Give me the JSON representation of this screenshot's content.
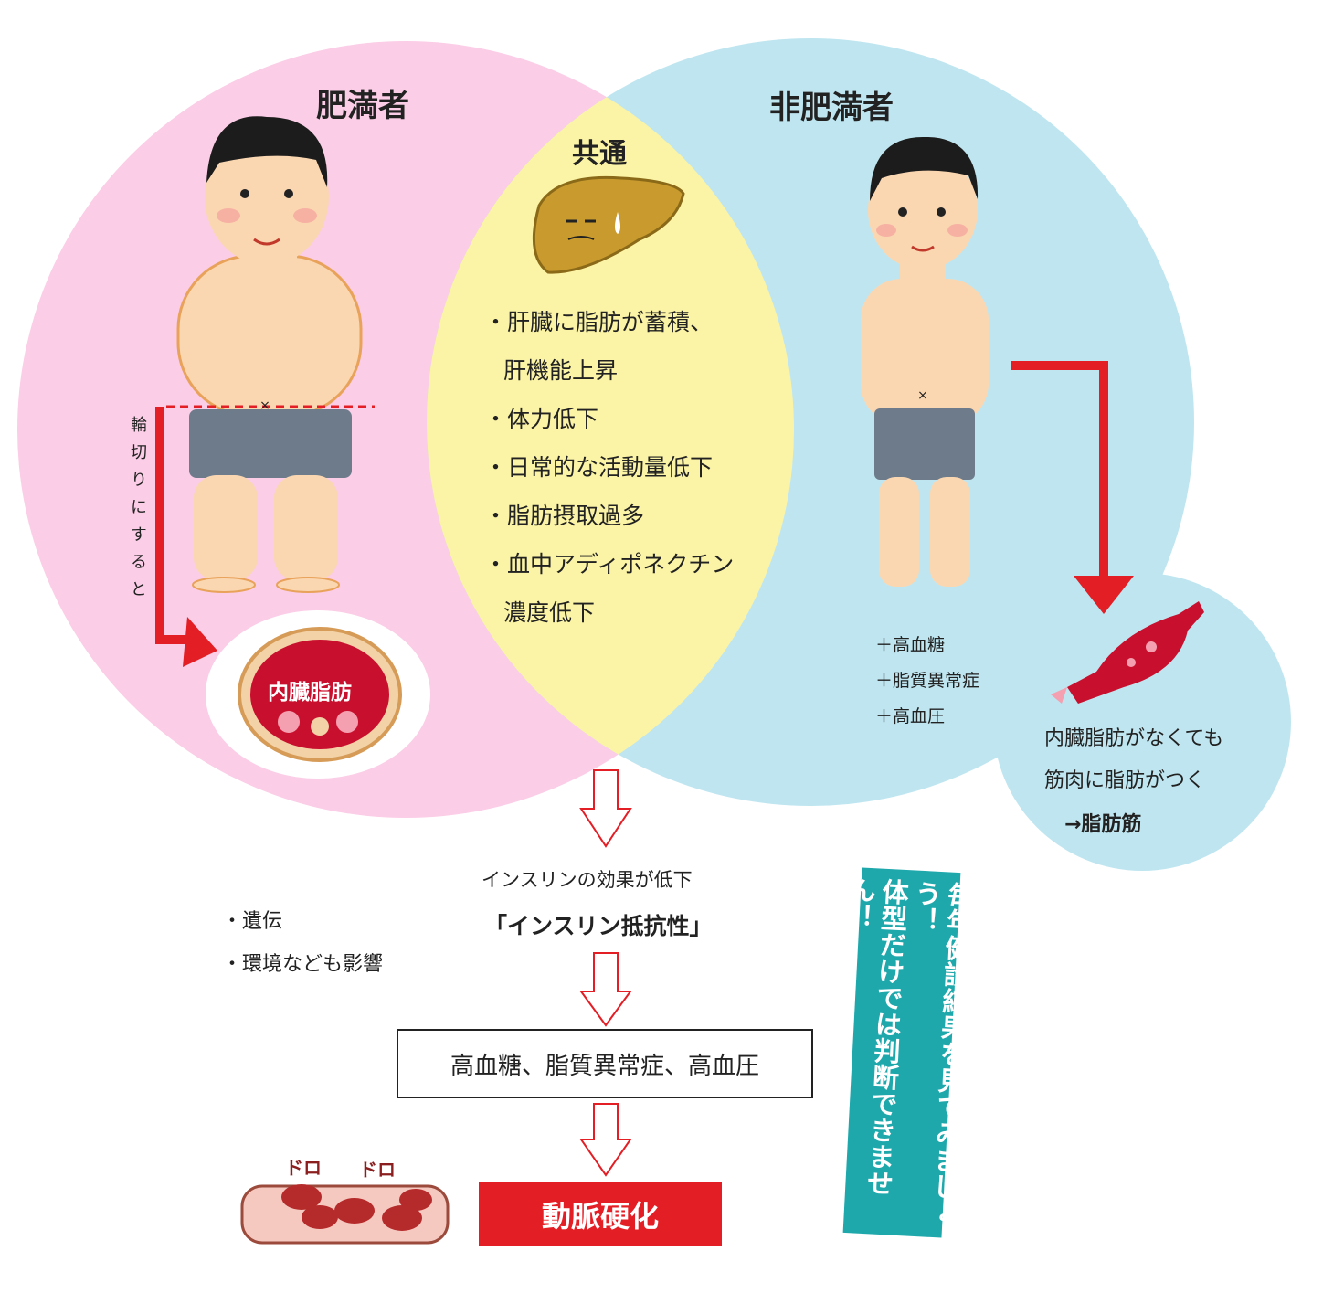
{
  "venn": {
    "obese_title": "肥満者",
    "common_title": "共通",
    "nonobese_title": "非肥満者"
  },
  "common_items": [
    "・肝臓に脂肪が蓄積、",
    "肝機能上昇",
    "・体力低下",
    "・日常的な活動量低下",
    "・脂肪摂取過多",
    "・血中アディポネクチン",
    "濃度低下"
  ],
  "obese": {
    "cut_label": "輪切りにすると",
    "visceral_fat_label": "内臓脂肪"
  },
  "nonobese": {
    "extras": [
      "＋高血糖",
      "＋脂質異常症",
      "＋高血圧"
    ],
    "muscle_note_1": "内臓脂肪がなくても",
    "muscle_note_2": "筋肉に脂肪がつく",
    "muscle_note_3": "→脂肪筋"
  },
  "flow": {
    "insulin_effect": "インスリンの効果が低下",
    "insulin_resistance": "「インスリン抵抗性」",
    "diseases": "高血糖、脂質異常症、高血圧",
    "result": "動脈硬化"
  },
  "factors": [
    "・遺伝",
    "・環境なども影響"
  ],
  "blood_sound": [
    "ドロ",
    "ドロ"
  ],
  "banner": {
    "line1": "体型だけでは判断できません！",
    "line2": "毎年健診結果を見てみましょう！"
  },
  "colors": {
    "pink": "#fbcde6",
    "blue": "#bfe6f0",
    "yellow": "#fbf4a6",
    "red": "#e31e25",
    "teal": "#1ea8ac"
  }
}
